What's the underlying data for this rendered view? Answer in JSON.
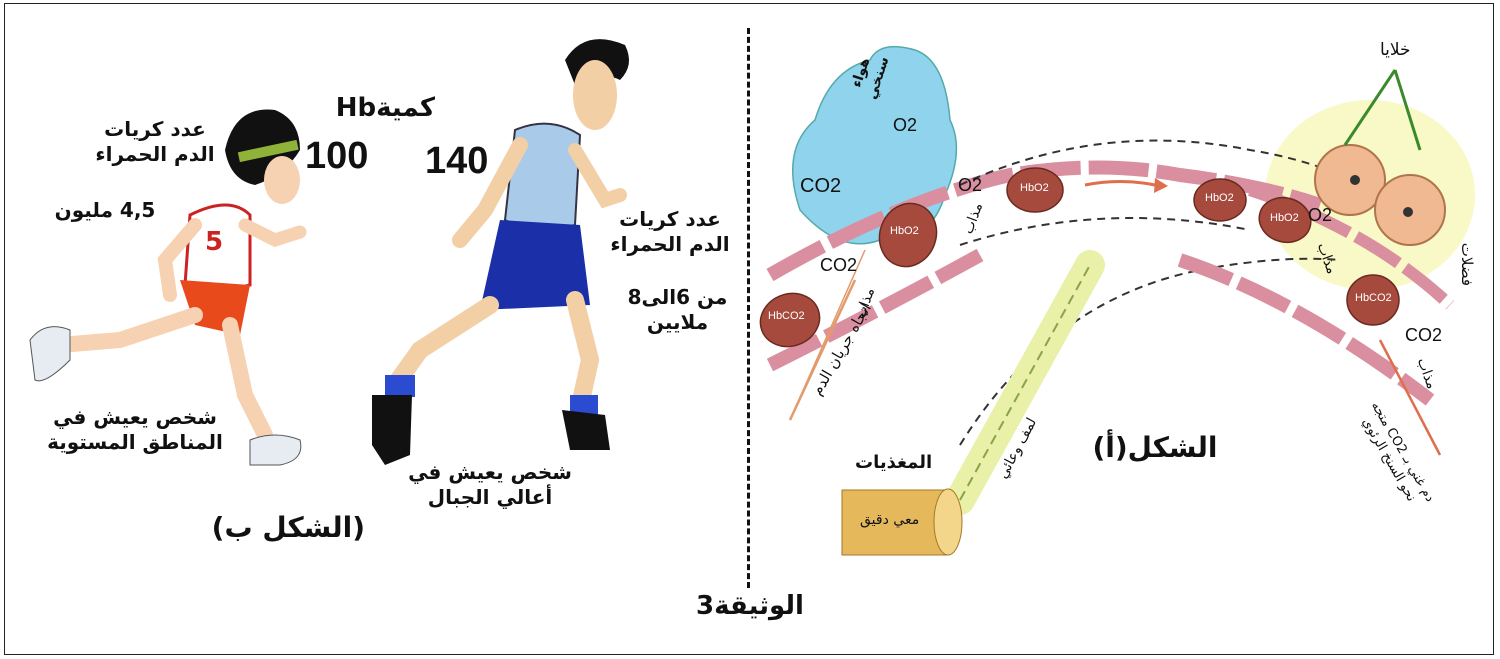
{
  "document_title": "الوثيقة3",
  "figure_b": {
    "caption": "(الشكل ب)",
    "plains_runner": {
      "rbc_label": "عدد كريات الدم الحمراء",
      "rbc_value": "4,5 مليون",
      "hb_value": "100",
      "description": "شخص يعيش في المناطق المستوية",
      "shirt_number": "5"
    },
    "mountain_runner": {
      "rbc_label": "عدد كريات الدم الحمراء",
      "rbc_value": "من 6الى8 ملايين",
      "hb_value": "140",
      "description": "شخص يعيش في أعالي الجبال"
    },
    "hb_label": "كميةHb"
  },
  "figure_a": {
    "caption": "الشكل(أ)",
    "alveolar_air": "هواء سنخي",
    "o2": "O2",
    "co2": "CO2",
    "dissolved": "مذاب",
    "hbo2": "HbO2",
    "hbco2": "HbCO2",
    "blood_flow": "اتجاه جريان الدم",
    "lymph": "لمف وعائي",
    "nutrients": "المغذيات",
    "small_intestine": "معي دقيق",
    "cells": "خلايا",
    "waste": "فضلات",
    "co2_blood": "دم غني بـ CO2 متجه نحو السنخ الرئوي"
  },
  "colors": {
    "blood_vessel": "#d98fa0",
    "rbc": "#a64a3e",
    "air_cloud": "#8fd3ec",
    "intestine": "#e6b85c",
    "lymph_vessel": "#e9f0a8",
    "mountain_shirt": "#a9cbe9",
    "mountain_shorts": "#1b2fa8",
    "plains_shorts": "#e84a1c"
  }
}
